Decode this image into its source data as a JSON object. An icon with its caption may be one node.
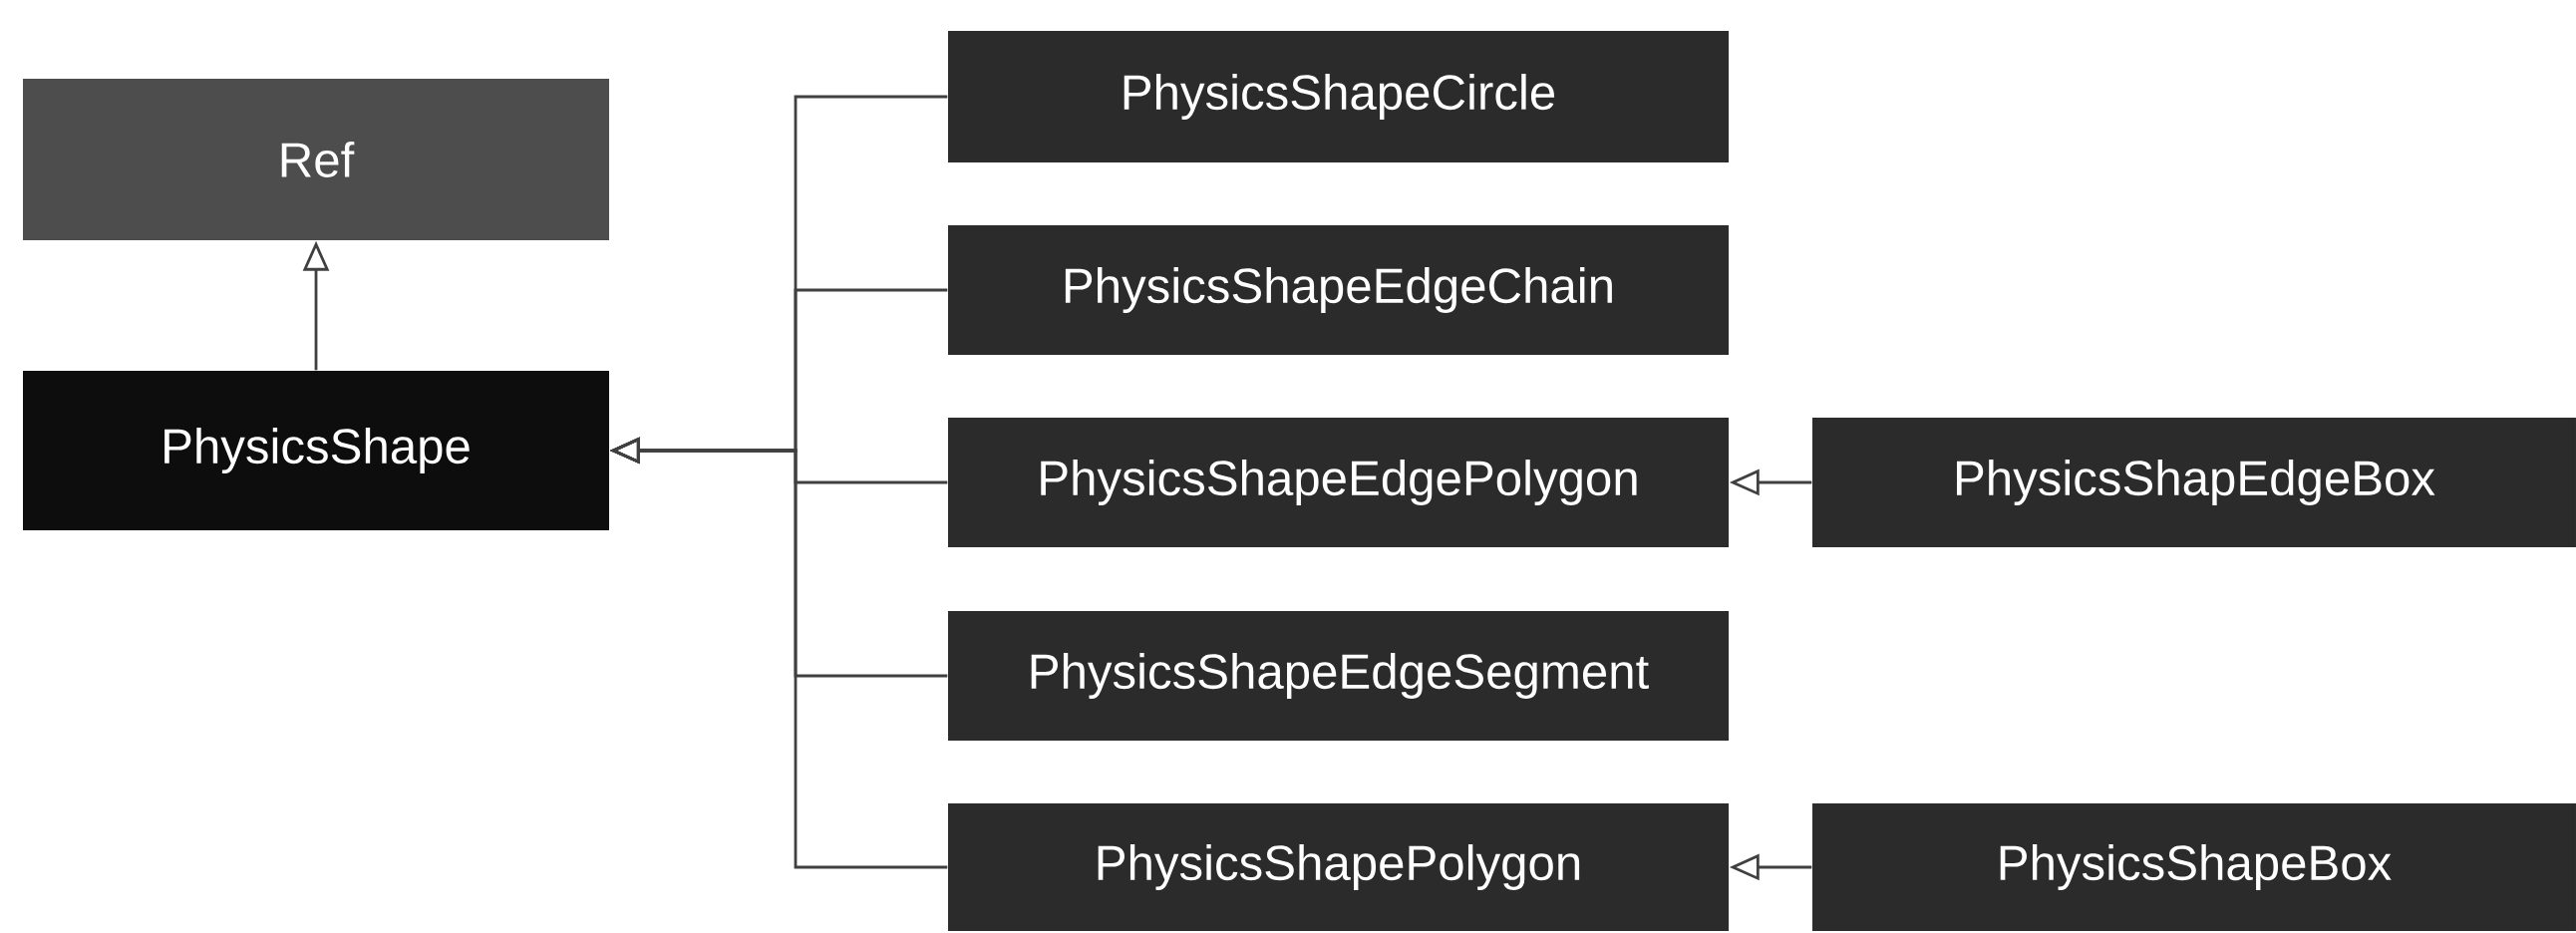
{
  "diagram": {
    "nodes": [
      {
        "text": [
          "Ref"
        ]
      },
      {
        "text": [
          "PhysicsShape"
        ]
      },
      {
        "text": [
          "PhysicsShapeCircle"
        ]
      },
      {
        "text": [
          "PhysicsShapeEdgeChain"
        ]
      },
      {
        "text": [
          "PhysicsShapeEdgePolygon"
        ]
      },
      {
        "text": [
          "PhysicsShapeEdgeSegment"
        ]
      },
      {
        "text": [
          "PhysicsShapePolygon"
        ]
      },
      {
        "text": [
          "PhysicsShapEdgeBox"
        ]
      },
      {
        "text": [
          "PhysicsShapeBox"
        ]
      }
    ],
    "edges": [
      {
        "from": 1,
        "to": 0,
        "arrow": "to"
      },
      {
        "from": 2,
        "to": 1,
        "arrow": "to"
      },
      {
        "from": 3,
        "to": 1,
        "arrow": "to"
      },
      {
        "from": 4,
        "to": 1,
        "arrow": "to"
      },
      {
        "from": 5,
        "to": 1,
        "arrow": "to"
      },
      {
        "from": 6,
        "to": 1,
        "arrow": "to"
      },
      {
        "from": 7,
        "to": 4,
        "arrow": "to"
      },
      {
        "from": 8,
        "to": 6,
        "arrow": "to"
      }
    ]
  }
}
